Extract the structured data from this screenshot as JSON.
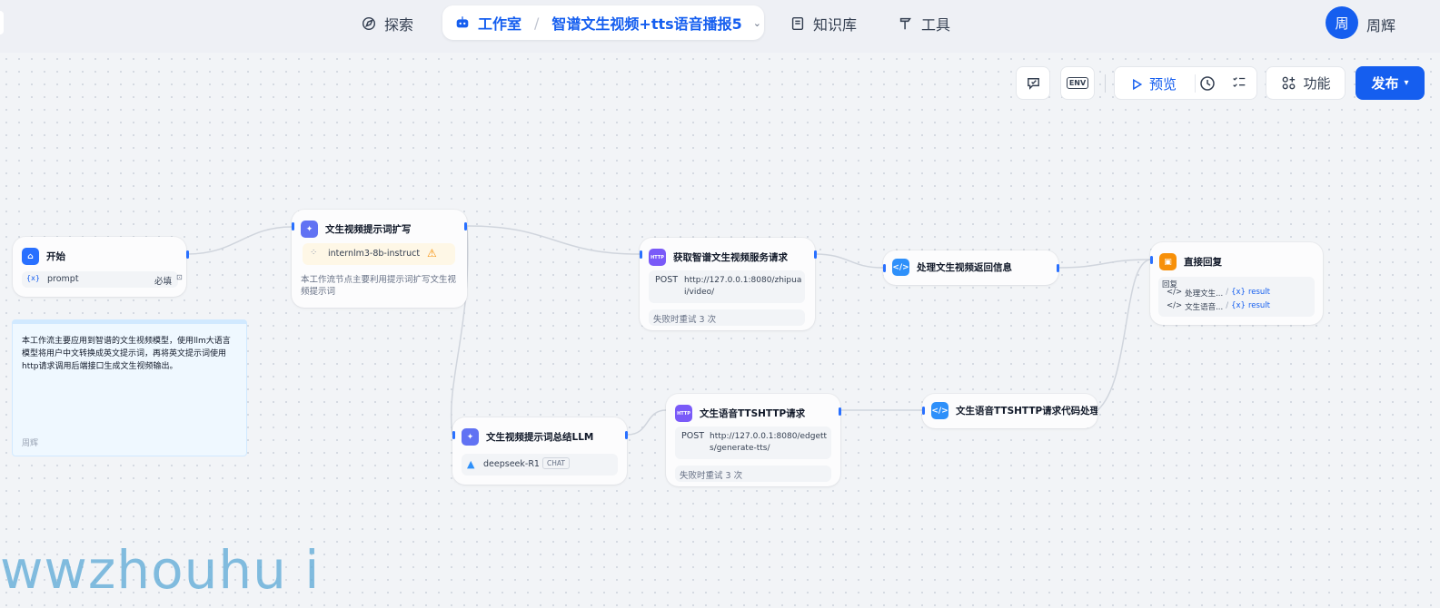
{
  "nav": {
    "explore": "探索",
    "studio": "工作室",
    "app_name": "智谱文生视频+tts语音播报5",
    "knowledge": "知识库",
    "tools": "工具",
    "avatar_initial": "周",
    "username": "周辉"
  },
  "toolbar": {
    "env_label": "ENV",
    "preview": "预览",
    "features": "功能",
    "publish": "发布"
  },
  "nodes": {
    "start": {
      "title": "开始",
      "var_name": "prompt",
      "required": "必填"
    },
    "expand": {
      "title": "文生视频提示词扩写",
      "model": "internlm3-8b-instruct",
      "desc": "本工作流节点主要利用提示词扩写文生视频提示词"
    },
    "video_req": {
      "title": "获取智谱文生视频服务请求",
      "method": "POST",
      "url": "http://127.0.0.1:8080/zhipuai/video/",
      "retry": "失败时重试 3 次"
    },
    "video_proc": {
      "title": "处理文生视频返回信息"
    },
    "reply": {
      "title": "直接回复",
      "label": "回复",
      "ref1": "处理文生...",
      "ref2": "文生语音...",
      "var": "result"
    },
    "llm": {
      "title": "文生视频提示词总结LLM",
      "model": "deepseek-R1",
      "badge": "CHAT"
    },
    "tts_req": {
      "title": "文生语音TTSHTTP请求",
      "method": "POST",
      "url": "http://127.0.0.1:8080/edgetts/generate-tts/",
      "retry": "失败时重试 3 次"
    },
    "tts_proc": {
      "title": "文生语音TTSHTTP请求代码处理"
    }
  },
  "note": {
    "text": "本工作流主要应用到智谱的文生视频模型，使用llm大语言模型将用户中文转换成英文提示词，再将英文提示词使用http请求调用后端接口生成文生视频输出。",
    "author": "周辉"
  },
  "watermark": "wwzhouhu i",
  "colors": {
    "primary": "#155eef",
    "edge": "#d0d5dd",
    "note_bg": "#eff8ff"
  }
}
